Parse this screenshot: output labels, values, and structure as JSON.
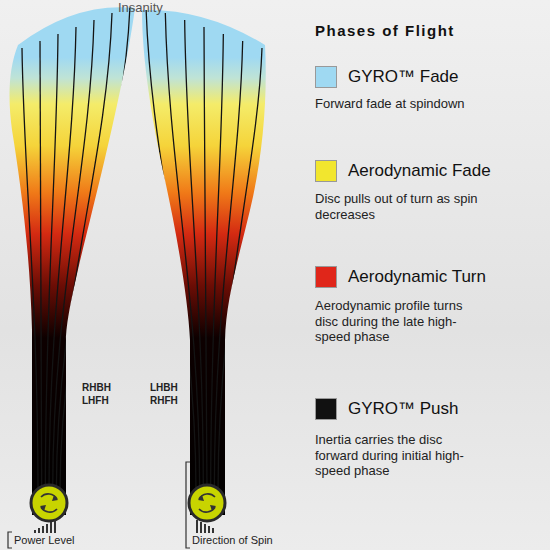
{
  "diagram": {
    "title": "Phases of Flight",
    "labels": [
      "Insanity",
      "RHBH",
      "LHFH",
      "LHBH",
      "RHFH",
      "Power Level",
      "Direction of Spin",
      "Forward fade at spindown",
      "Disc pulls out of turn as spin decreases",
      "Aerodynamic profile turns disc during the late high-speed phase",
      "Inertia carries the disc forward during initial high-speed phase"
    ],
    "legend": [
      {
        "text": "GYRO™ Fade",
        "color": "#9fd9f2"
      },
      {
        "text": "Aerodynamic Fade",
        "color": "#f2e62e"
      },
      {
        "text": "Aerodynamic Turn",
        "color": "#e0261a"
      },
      {
        "text": "GYRO™ Push",
        "color": "#111111"
      }
    ]
  }
}
